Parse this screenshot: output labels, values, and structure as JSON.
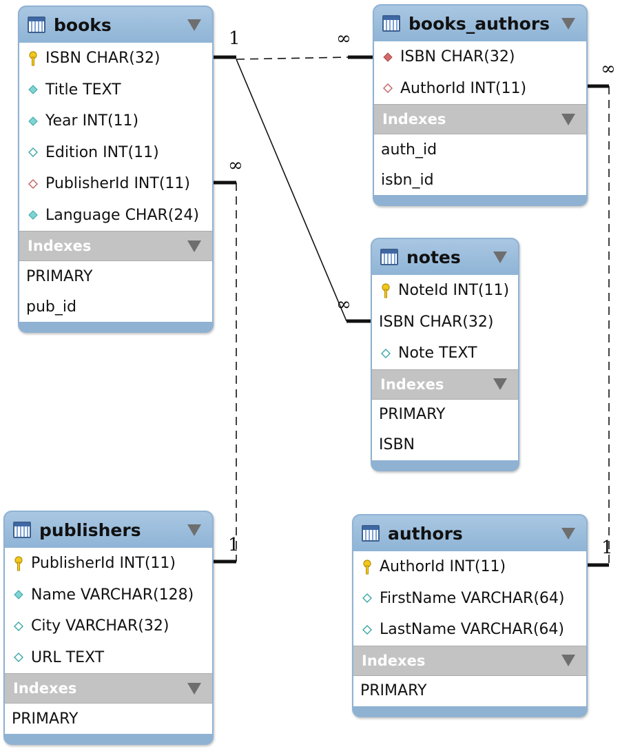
{
  "diagram": {
    "tables": [
      {
        "id": "books",
        "name": "books",
        "columns": [
          {
            "text": "ISBN CHAR(32)",
            "icon": "primary-key-icon"
          },
          {
            "text": "Title TEXT",
            "icon": "filled-diamond-icon"
          },
          {
            "text": "Year INT(11)",
            "icon": "filled-diamond-icon"
          },
          {
            "text": "Edition INT(11)",
            "icon": "hollow-diamond-icon"
          },
          {
            "text": "PublisherId INT(11)",
            "icon": "foreign-key-diamond-icon"
          },
          {
            "text": "Language CHAR(24)",
            "icon": "filled-diamond-icon"
          }
        ],
        "indexes_label": "Indexes",
        "indexes": [
          "PRIMARY",
          "pub_id"
        ]
      },
      {
        "id": "books_authors",
        "name": "books_authors",
        "columns": [
          {
            "text": "ISBN CHAR(32)",
            "icon": "foreign-key-filled-diamond-icon"
          },
          {
            "text": "AuthorId INT(11)",
            "icon": "foreign-key-diamond-icon"
          }
        ],
        "indexes_label": "Indexes",
        "indexes": [
          "auth_id",
          "isbn_id"
        ]
      },
      {
        "id": "notes",
        "name": "notes",
        "columns": [
          {
            "text": "NoteId INT(11)",
            "icon": "primary-key-icon"
          },
          {
            "text": "ISBN CHAR(32)",
            "icon": "none"
          },
          {
            "text": "Note TEXT",
            "icon": "hollow-diamond-icon"
          }
        ],
        "indexes_label": "Indexes",
        "indexes": [
          "PRIMARY",
          "ISBN"
        ]
      },
      {
        "id": "publishers",
        "name": "publishers",
        "columns": [
          {
            "text": "PublisherId INT(11)",
            "icon": "primary-key-icon"
          },
          {
            "text": "Name VARCHAR(128)",
            "icon": "filled-diamond-icon"
          },
          {
            "text": "City VARCHAR(32)",
            "icon": "hollow-diamond-icon"
          },
          {
            "text": "URL TEXT",
            "icon": "hollow-diamond-icon"
          }
        ],
        "indexes_label": "Indexes",
        "indexes": [
          "PRIMARY"
        ]
      },
      {
        "id": "authors",
        "name": "authors",
        "columns": [
          {
            "text": "AuthorId INT(11)",
            "icon": "primary-key-icon"
          },
          {
            "text": "FirstName VARCHAR(64)",
            "icon": "hollow-diamond-icon"
          },
          {
            "text": "LastName VARCHAR(64)",
            "icon": "hollow-diamond-icon"
          }
        ],
        "indexes_label": "Indexes",
        "indexes": [
          "PRIMARY"
        ]
      }
    ],
    "relations": [
      {
        "id": "books-books_authors",
        "from": "books.ISBN",
        "to": "books_authors.ISBN",
        "from_card": "1",
        "to_card": "∞",
        "style": "dashed"
      },
      {
        "id": "books-notes",
        "from": "books.ISBN",
        "to": "notes.ISBN",
        "from_card": "1",
        "to_card": "∞",
        "style": "solid"
      },
      {
        "id": "books-publishers",
        "from": "books.PublisherId",
        "to": "publishers.PublisherId",
        "from_card": "∞",
        "to_card": "1",
        "style": "dashed"
      },
      {
        "id": "books_authors-authors",
        "from": "books_authors.AuthorId",
        "to": "authors.AuthorId",
        "from_card": "∞",
        "to_card": "1",
        "style": "dashed"
      }
    ]
  },
  "colors": {
    "header_blue": "#8fb2d3",
    "index_header_gray": "#c3c3c3",
    "key_yellow": "#f2c81e",
    "diamond_teal": "#7fd4d4",
    "foreign_key_red": "#d46a6a"
  }
}
